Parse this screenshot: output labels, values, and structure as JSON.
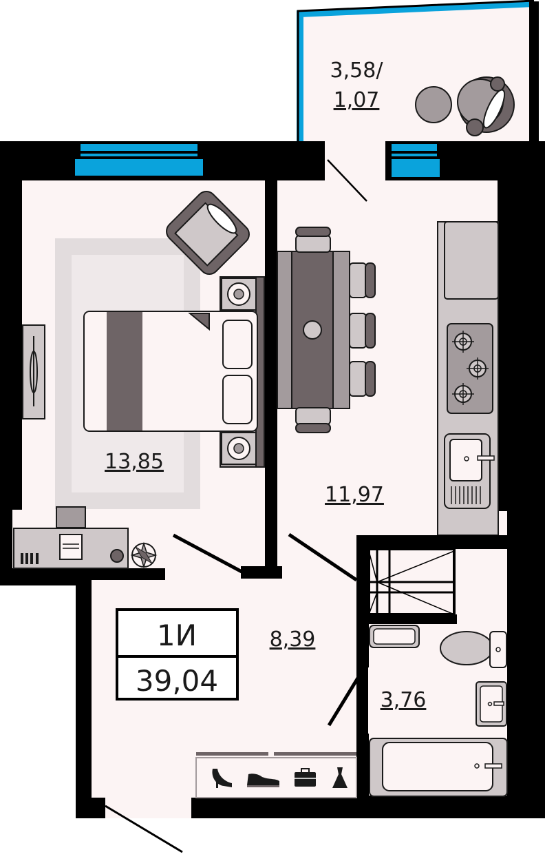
{
  "plan": {
    "apartment_type": "1И",
    "total_area": "39,04",
    "rooms": {
      "balcony": "3,58/",
      "balcony_sub": "1,07",
      "bedroom": "13,85",
      "kitchen": "11,97",
      "hall": "8,39",
      "bathroom": "3,76"
    }
  },
  "colors": {
    "wall": "#000000",
    "floor": "#fcf4f4",
    "window": "#0aa3dc",
    "furniture_dark": "#6e6466",
    "furniture_mid": "#a39b9d",
    "furniture_light": "#cfc8c9",
    "rug_outer": "#e2dcdd",
    "rug_inner": "#efe9ea"
  },
  "icons": [
    "heels-icon",
    "sneaker-icon",
    "briefcase-icon",
    "dress-icon",
    "stove-burner-icon",
    "plant-icon"
  ]
}
